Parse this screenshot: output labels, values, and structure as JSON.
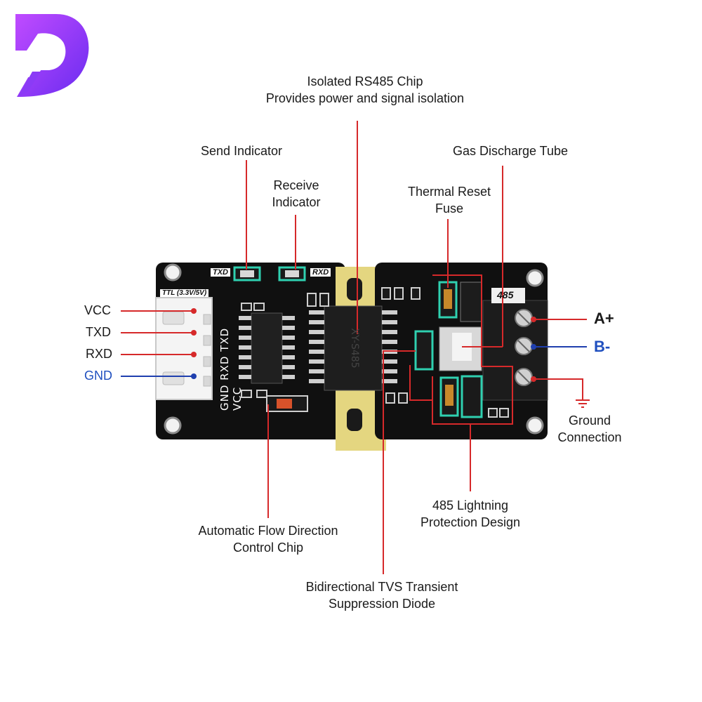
{
  "brand": {
    "logo": "brand-logo",
    "colors": {
      "logo_a": "#7b2cf5",
      "logo_b": "#c04bff"
    }
  },
  "callouts": {
    "isolated_chip": {
      "line1": "Isolated RS485 Chip",
      "line2": "Provides power and signal isolation"
    },
    "send_indicator": {
      "line1": "Send Indicator"
    },
    "receive_indicator": {
      "line1": "Receive",
      "line2": "Indicator"
    },
    "gas_tube": {
      "line1": "Gas Discharge Tube"
    },
    "thermal_fuse": {
      "line1": "Thermal Reset",
      "line2": "Fuse"
    },
    "ground_connection": {
      "line1": "Ground",
      "line2": "Connection"
    },
    "lightning": {
      "line1": "485 Lightning",
      "line2": "Protection Design"
    },
    "flow_chip": {
      "line1": "Automatic Flow Direction",
      "line2": "Control Chip"
    },
    "tvs_diode": {
      "line1": "Bidirectional TVS Transient",
      "line2": "Suppression Diode"
    }
  },
  "pins": {
    "vcc": "VCC",
    "txd": "TXD",
    "rxd": "RXD",
    "gnd": "GND"
  },
  "terminals": {
    "a_plus": "A+",
    "b_minus": "B-"
  },
  "pcb": {
    "txd_label": "TXD",
    "rxd_label": "RXD",
    "ttl_label": "TTL (3.3V/5V)",
    "label_485": "485",
    "silk_pins": "GND RXD TXD VCC",
    "chip_marking": "XY-S485"
  },
  "colors": {
    "callout_line": "#d6292a",
    "pin_line_red": "#d6292a",
    "pin_line_blue": "#1f3fae",
    "gnd_text": "#1f4fbf",
    "highlight": "#2fd0b0",
    "pcb": "#101010",
    "isolation_strip": "#e6d88a"
  }
}
